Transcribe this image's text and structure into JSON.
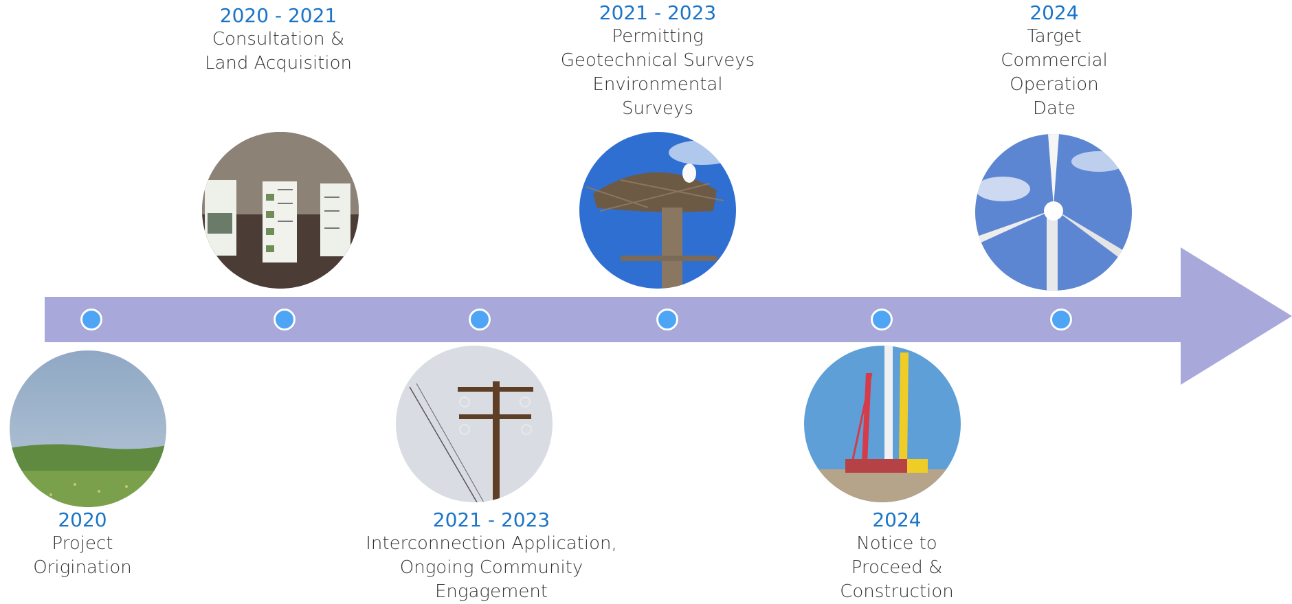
{
  "timeline": {
    "accent_color": "#a9a8db",
    "dot_color": "#4ea5f6",
    "year_color": "#1a74c7",
    "milestones": [
      {
        "year": "2020",
        "text": "Project\nOrigination",
        "photo_icon": "prairie-grassland-photo"
      },
      {
        "year": "2020 - 2021",
        "text": "Consultation &\nLand  Acquisition",
        "photo_icon": "open-house-posters-photo"
      },
      {
        "year": "2021 - 2023",
        "text": "Interconnection Application,\nOngoing Community\nEngagement",
        "photo_icon": "power-pole-photo"
      },
      {
        "year": "2021 - 2023",
        "text": "Permitting\nGeotechnical Surveys\nEnvironmental\nSurveys",
        "photo_icon": "osprey-nest-photo"
      },
      {
        "year": "2024",
        "text": "Notice to\nProceed &\nConstruction",
        "photo_icon": "turbine-construction-photo"
      },
      {
        "year": "2024",
        "text": "Target\nCommercial\nOperation\nDate",
        "photo_icon": "wind-turbine-photo"
      }
    ]
  }
}
